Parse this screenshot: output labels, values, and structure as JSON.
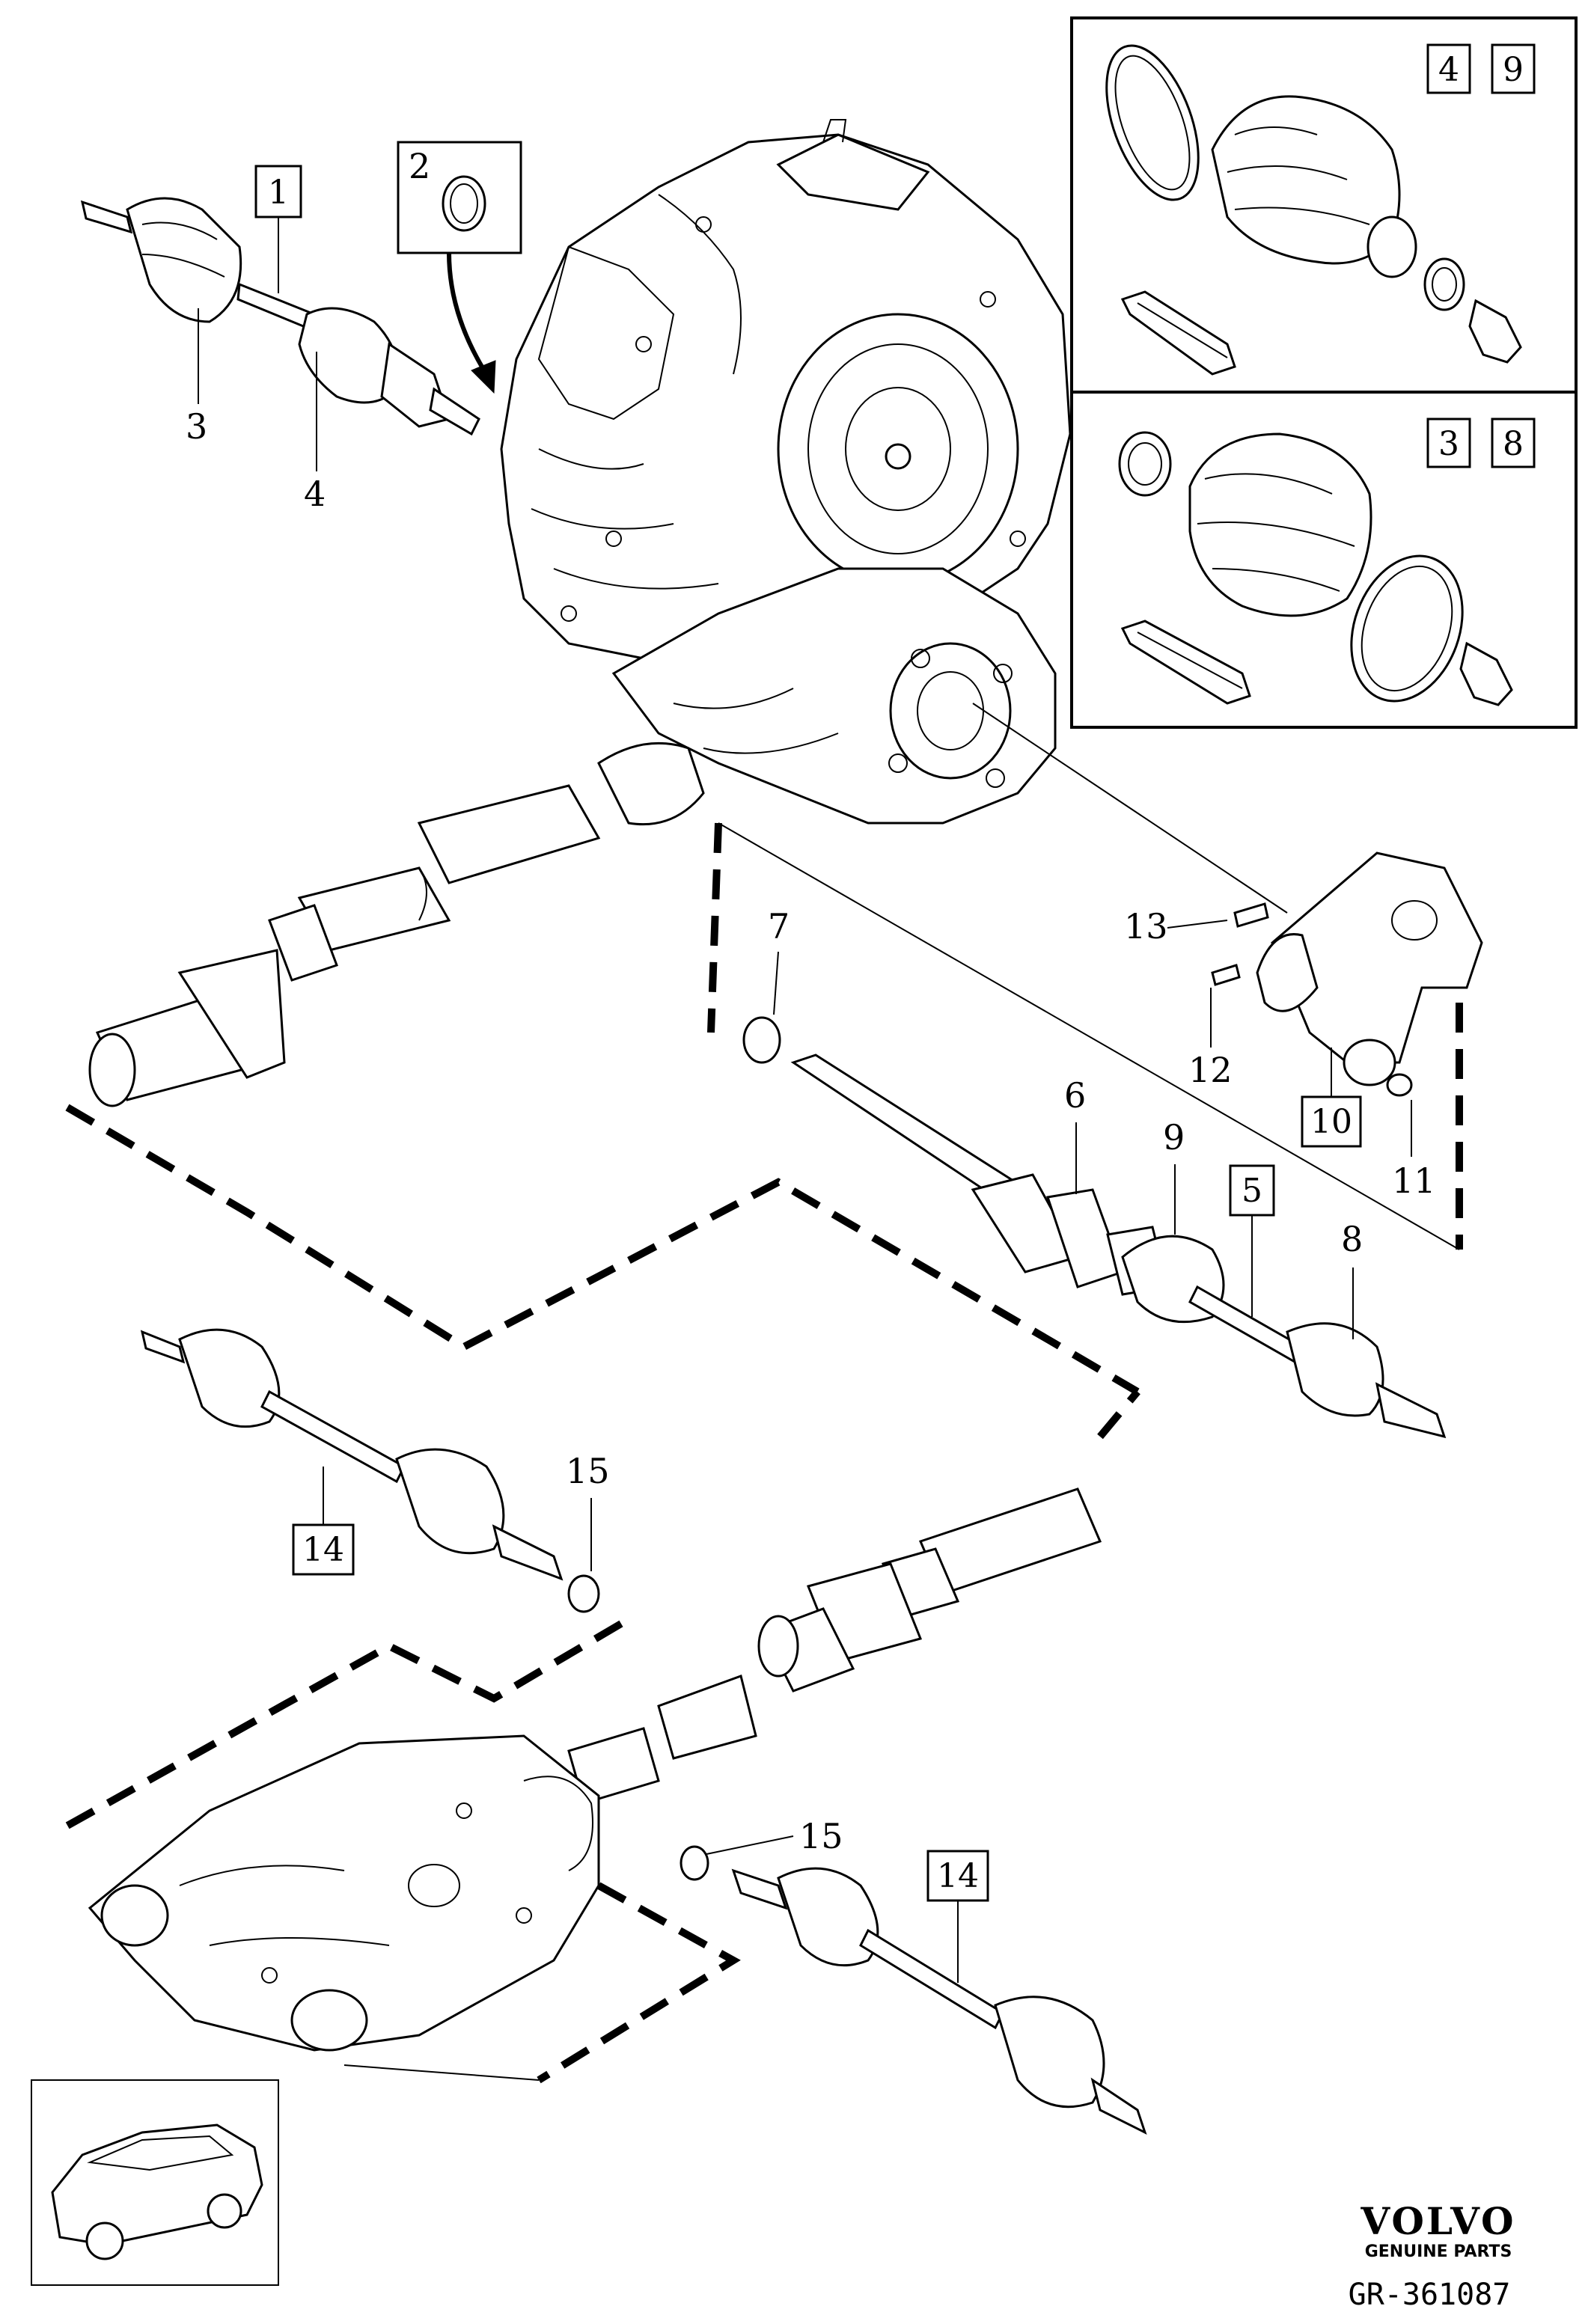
{
  "callouts": {
    "c1": "1",
    "c2": "2",
    "c3": "3",
    "c4": "4",
    "c5": "5",
    "c6": "6",
    "c7": "7",
    "c8": "8",
    "c9": "9",
    "c10": "10",
    "c11": "11",
    "c12": "12",
    "c13": "13",
    "c14a": "14",
    "c14b": "14",
    "c15a": "15",
    "c15b": "15"
  },
  "inset_top": {
    "left": "4",
    "right": "9"
  },
  "inset_bottom": {
    "left": "3",
    "right": "8"
  },
  "brand": {
    "name": "VOLVO",
    "tagline": "GENUINE PARTS"
  },
  "reference": "GR-361087",
  "icons": [
    "car-thumbnail-icon",
    "grease-tube-icon",
    "bolt-icon",
    "clamp-ring-icon",
    "cv-boot-icon"
  ]
}
